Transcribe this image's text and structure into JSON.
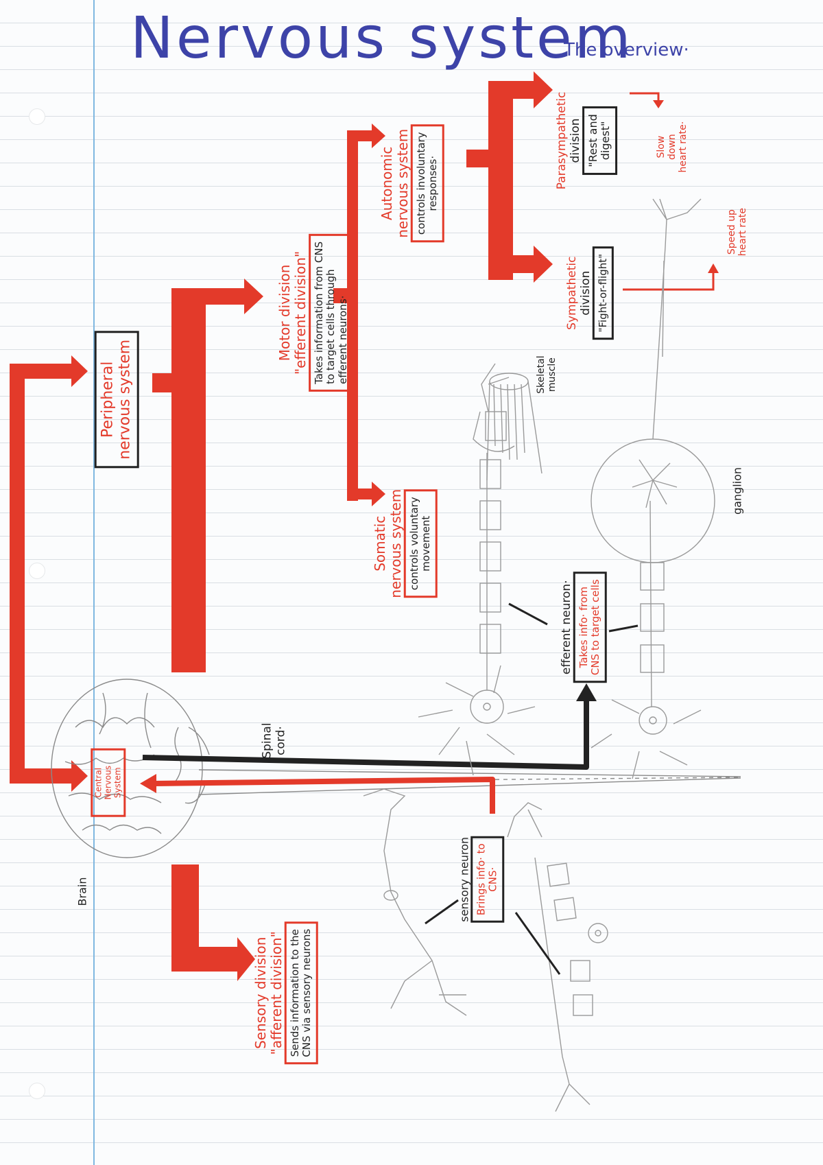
{
  "header": {
    "title": "Nervous system",
    "subtitle": "The overview·"
  },
  "nodes": {
    "cns": {
      "lines": [
        "Central",
        "Nervous",
        "System"
      ]
    },
    "brain": "Brain",
    "spinal_cord": [
      "Spinal",
      "cord·"
    ],
    "pns": {
      "lines": [
        "Peripheral",
        "nervous system"
      ]
    },
    "motor": {
      "title_lines": [
        "Motor division",
        "\"efferent division\""
      ],
      "desc_lines": [
        "Takes information from CNS",
        "to target cells through",
        "efferent neurons·"
      ]
    },
    "autonomic": {
      "title_lines": [
        "Autonomic",
        "nervous system"
      ],
      "desc_lines": [
        "controls involuntary",
        "responses·"
      ]
    },
    "somatic": {
      "title_lines": [
        "Somatic",
        "nervous system"
      ],
      "desc_lines": [
        "controls voluntary",
        "movement"
      ]
    },
    "parasympathetic": {
      "title_lines": [
        "Parasympathetic",
        "division"
      ],
      "box_lines": [
        "\"Rest and",
        "digest\""
      ],
      "effect_lines": [
        "Slow",
        "down",
        "heart rate·"
      ]
    },
    "sympathetic": {
      "title_lines": [
        "Sympathetic",
        "division"
      ],
      "box_lines": [
        "\"Fight-or-flight\""
      ],
      "effect_lines": [
        "Speed up",
        "heart rate"
      ]
    },
    "sensory": {
      "title_lines": [
        "Sensory division",
        "\"afferent division\""
      ],
      "desc_lines": [
        "Sends information to the",
        "CNS via sensory neurons"
      ]
    },
    "efferent_neuron": {
      "title": "efferent neuron·",
      "box_lines": [
        "Takes info· from",
        "CNS to target cells"
      ]
    },
    "sensory_neuron": {
      "title": "sensory neuron",
      "box_lines": [
        "Brings info· to",
        "CNS·"
      ]
    },
    "skeletal_muscle": [
      "Skeletal",
      "muscle"
    ],
    "ganglion": "ganglion"
  },
  "colors": {
    "ink_red": "#e33a2a",
    "ink_black": "#222222",
    "ink_blue": "#3d43a8",
    "pencil": "#9a9a9a"
  }
}
